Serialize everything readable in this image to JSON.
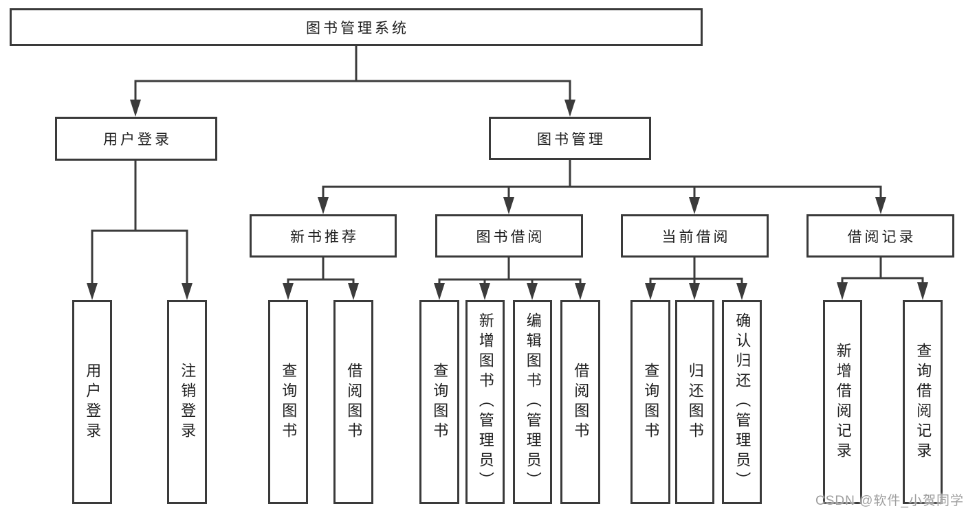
{
  "tree": {
    "root": "图书管理系统",
    "login": {
      "label": "用户登录",
      "children": [
        "用户登录",
        "注销登录"
      ]
    },
    "management": {
      "label": "图书管理",
      "sections": [
        {
          "label": "新书推荐",
          "children": [
            "查询图书",
            "借阅图书"
          ]
        },
        {
          "label": "图书借阅",
          "children": [
            "查询图书",
            "新增图书（管理员）",
            "编辑图书（管理员）",
            "借阅图书"
          ]
        },
        {
          "label": "当前借阅",
          "children": [
            "查询图书",
            "归还图书",
            "确认归还（管理员）"
          ]
        },
        {
          "label": "借阅记录",
          "children": [
            "新增借阅记录",
            "查询借阅记录"
          ]
        }
      ]
    }
  },
  "watermark": {
    "text": "CSDN @软件_小贺同学"
  },
  "colors": {
    "line": "#3b3b3b",
    "border": "#3a3a3a",
    "text": "#1e1e1e",
    "watermark": "#9e9e9e",
    "background": "#ffffff"
  }
}
